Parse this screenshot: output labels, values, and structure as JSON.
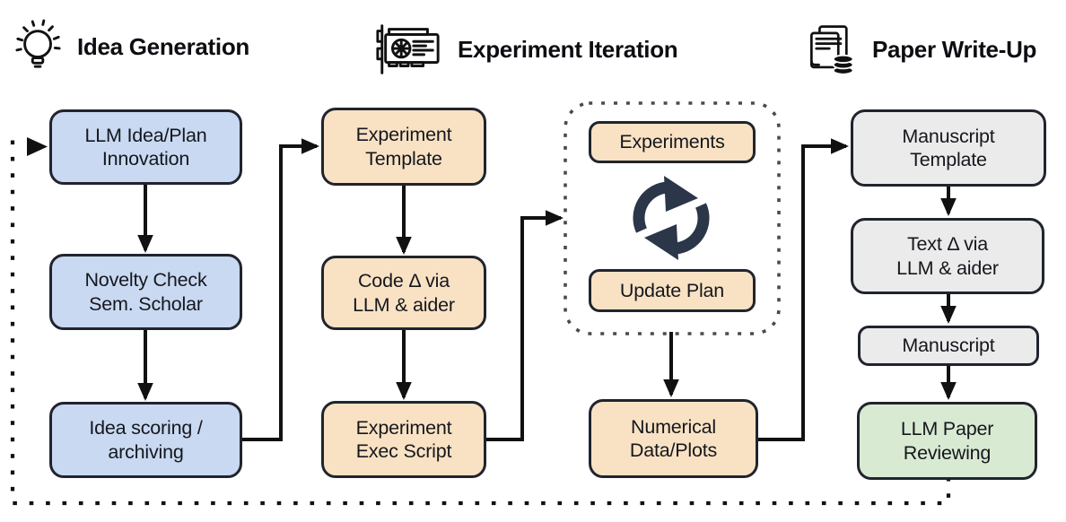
{
  "colors": {
    "idea_node_fill": "#c9d9f2",
    "experiment_node_fill": "#f9e2c4",
    "writeup_node_fill": "#ebebeb",
    "review_node_fill": "#d9ead3",
    "node_border": "#20242e",
    "arrow": "#111111",
    "cycle_icon": "#2b3649",
    "group_dotted_border": "#4a4a4a",
    "feedback_dotted_line": "#111111"
  },
  "phases": {
    "idea_generation": {
      "title": "Idea Generation",
      "icon": "lightbulb-icon",
      "nodes": {
        "llm_idea_plan": "LLM Idea/Plan\nInnovation",
        "novelty_check": "Novelty Check\nSem. Scholar",
        "idea_scoring": "Idea scoring /\narchiving"
      }
    },
    "experiment_iteration": {
      "title": "Experiment Iteration",
      "icon": "gpu-icon",
      "nodes": {
        "experiment_template": "Experiment\nTemplate",
        "code_delta": "Code Δ via\nLLM & aider",
        "experiment_exec": "Experiment\nExec Script",
        "experiments": "Experiments",
        "update_plan": "Update Plan",
        "numerical_data": "Numerical\nData/Plots"
      }
    },
    "paper_writeup": {
      "title": "Paper Write-Up",
      "icon": "paper-database-icon",
      "nodes": {
        "manuscript_template": "Manuscript\nTemplate",
        "text_delta": "Text Δ via\nLLM & aider",
        "manuscript": "Manuscript",
        "llm_paper_reviewing": "LLM Paper\nReviewing"
      }
    }
  }
}
